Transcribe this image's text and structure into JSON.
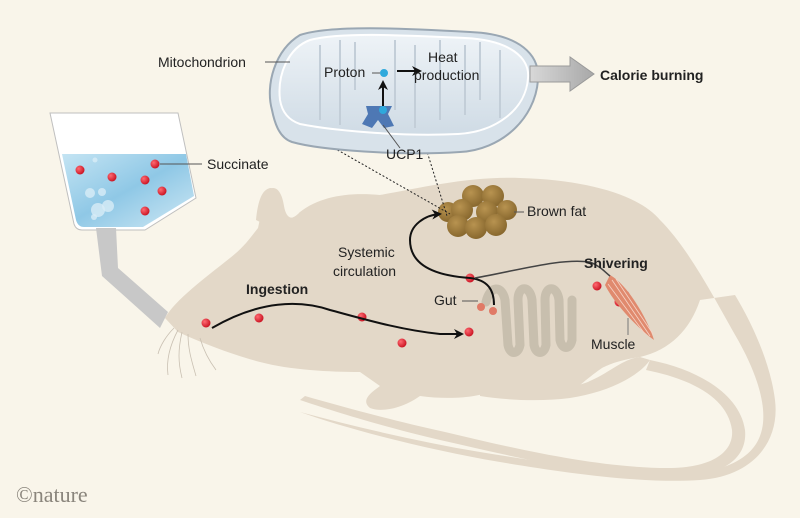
{
  "figure": {
    "colors": {
      "background": "#f9f5ea",
      "mouse": "#e3d8c8",
      "succinate": "#d5182b",
      "proton": "#2fa9dc",
      "ucp1": "#4e78b4",
      "brown_fat": "#9c7a3c",
      "gut": "#c8bfae",
      "muscle": "#e08a6e",
      "liquid": "#9ccfe8",
      "arrow_gray": "#b0b0b0"
    },
    "labels": {
      "mitochondrion": "Mitochondrion",
      "proton": "Proton",
      "heat_line1": "Heat",
      "heat_line2": "production",
      "ucp1": "UCP1",
      "calorie_burning": "Calorie burning",
      "succinate": "Succinate",
      "brown_fat": "Brown fat",
      "systemic_line1": "Systemic",
      "systemic_line2": "circulation",
      "ingestion": "Ingestion",
      "gut": "Gut",
      "shivering": "Shivering",
      "muscle": "Muscle"
    },
    "credit": "©nature"
  }
}
